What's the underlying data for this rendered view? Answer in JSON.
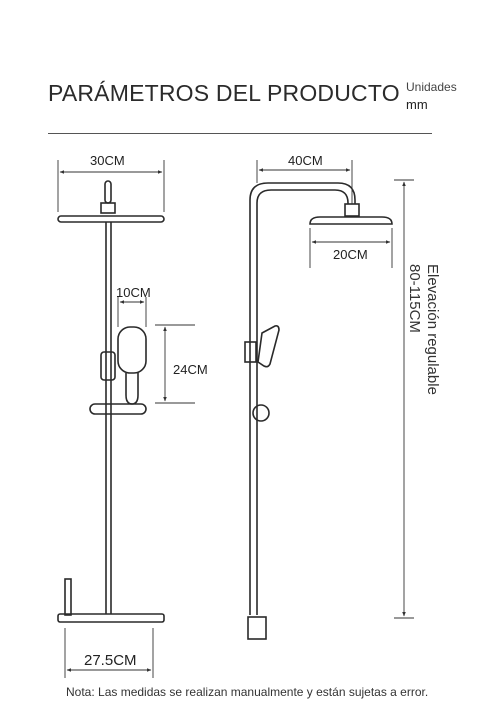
{
  "header": {
    "title": "PARÁMETROS DEL PRODUCTO",
    "units_label": "Unidades",
    "units_value": "mm"
  },
  "dimensions": {
    "head_width": "30CM",
    "arm_reach": "40CM",
    "handheld_width": "10CM",
    "handheld_height": "24CM",
    "head_diameter": "20CM",
    "base_width": "27.5CM",
    "elevation_line1": "Elevación regulable",
    "elevation_line2": "80-115CM"
  },
  "footer": {
    "note": "Nota: Las medidas se realizan manualmente y están sujetas a error."
  },
  "colors": {
    "line": "#2a2a2a",
    "dimension": "#333333"
  }
}
